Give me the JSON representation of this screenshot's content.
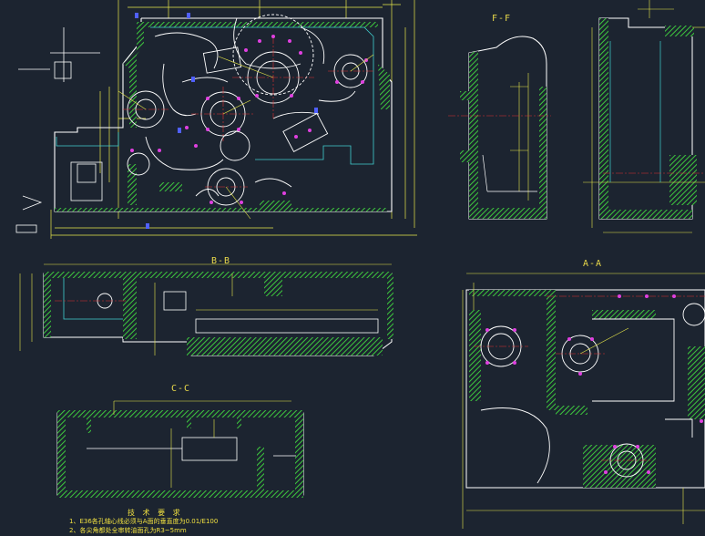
{
  "drawing": {
    "background": "#1c2430",
    "colors": {
      "outline": "#ffffff",
      "dimension": "#e8e84a",
      "hatch": "#3ec83e",
      "inner": "#40d0d0",
      "centerline": "#e03030",
      "hole": "#e040e0",
      "callout": "#5060ff"
    }
  },
  "views": {
    "f_f": "F-F",
    "b_b": "B-B",
    "c_c": "C-C",
    "a_a": "A-A"
  },
  "notes": {
    "title": "技 术 要 求",
    "line1": "1、E36各孔轴心线必须与A面的垂直度为0.01/E100",
    "line2": "2、各尖角都处全审转油面孔为R3~5mm"
  }
}
